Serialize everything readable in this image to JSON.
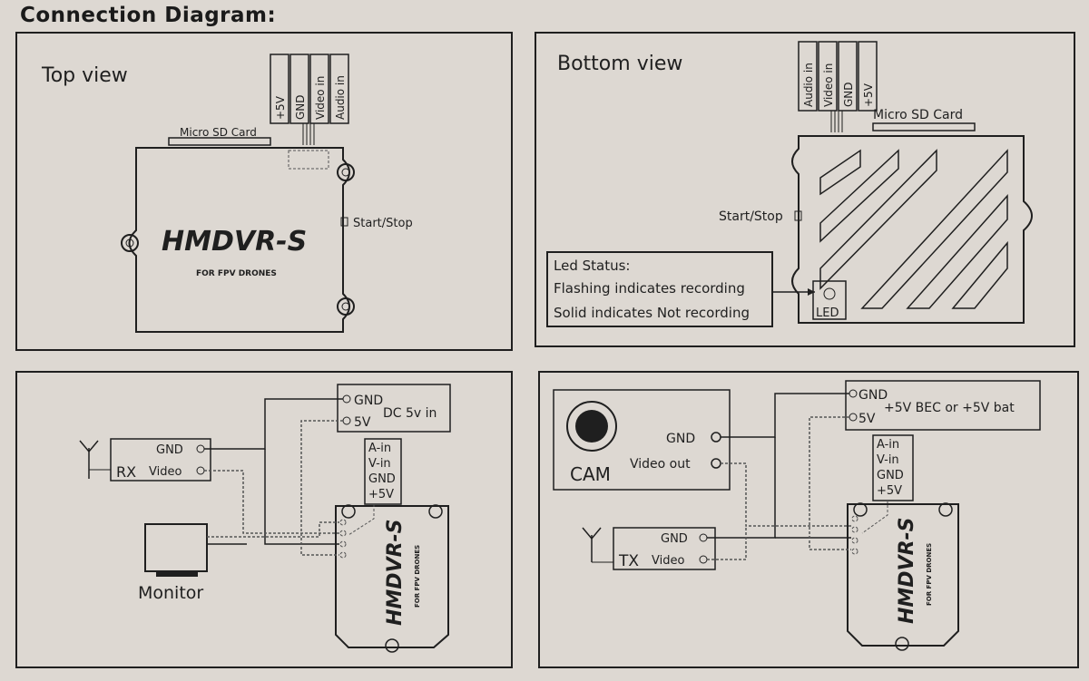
{
  "title": "Connection Diagram:",
  "top_view": {
    "label": "Top view",
    "micro_sd": "Micro SD Card",
    "pins": [
      "+5V",
      "GND",
      "Video in",
      "Audio in"
    ],
    "start_stop": "Start/Stop",
    "logo": "HMDVR-S",
    "logo_sub": "FOR FPV DRONES"
  },
  "bottom_view": {
    "label": "Bottom view",
    "micro_sd": "Micro SD Card",
    "pins": [
      "Audio in",
      "Video in",
      "GND",
      "+5V"
    ],
    "start_stop": "Start/Stop",
    "led_status": [
      "Led Status:",
      "Flashing indicates recording",
      "Solid indicates Not recording"
    ],
    "led": "LED"
  },
  "rx_wiring": {
    "gnd": "GND",
    "five_v": "5V",
    "dc_in": "DC 5v in",
    "rx": "RX",
    "rx_gnd": "GND",
    "rx_video": "Video",
    "pins": [
      "A-in",
      "V-in",
      "GND",
      "+5V"
    ],
    "monitor": "Monitor",
    "logo": "HMDVR-S",
    "logo_sub": "FOR FPV DRONES"
  },
  "cam_wiring": {
    "gnd": "GND",
    "five_v": "5V",
    "power_in": "+5V BEC or +5V bat",
    "cam": "CAM",
    "cam_gnd": "GND",
    "video_out": "Video out",
    "tx": "TX",
    "tx_gnd": "GND",
    "tx_video": "Video",
    "pins": [
      "A-in",
      "V-in",
      "GND",
      "+5V"
    ],
    "logo": "HMDVR-S",
    "logo_sub": "FOR FPV DRONES"
  }
}
